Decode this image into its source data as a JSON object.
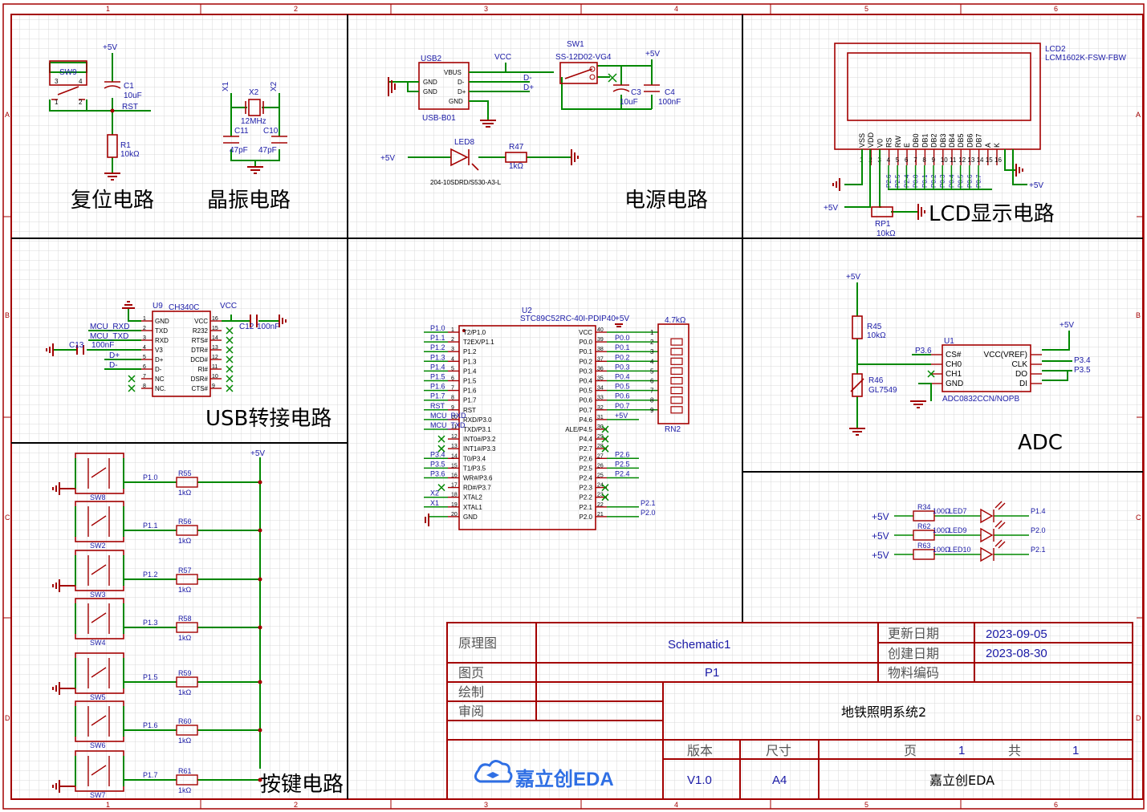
{
  "frame": {
    "columns": [
      "1",
      "2",
      "3",
      "4",
      "5",
      "6"
    ],
    "rows": [
      "A",
      "B",
      "C",
      "D"
    ]
  },
  "sections": {
    "reset": "复位电路",
    "crystal": "晶振电路",
    "power": "电源电路",
    "lcd": "LCD显示电路",
    "usb": "USB转接电路",
    "adc": "ADC",
    "keys": "按键电路"
  },
  "components": {
    "sw9": "SW9",
    "c1": "C1",
    "c1_val": "10uF",
    "r1": "R1",
    "r1_val": "10kΩ",
    "rst": "RST",
    "p5v": "+5V",
    "x1": "X1",
    "x2_pin": "X2",
    "x2": "X2",
    "x2_freq": "12MHz",
    "c11": "C11",
    "c10": "C10",
    "cap47": "47pF",
    "usb2": "USB2",
    "usb2_name": "USB-B01",
    "vbus": "VBUS",
    "gnd": "GND",
    "dm": "D-",
    "dp": "D+",
    "vcc": "VCC",
    "sw1": "SW1",
    "sw1_part": "SS-12D02-VG4",
    "c3": "C3",
    "c3_val": "10uF",
    "c4": "C4",
    "c4_val": "100nF",
    "led8": "LED8",
    "r47": "R47",
    "r47_val": "1kΩ",
    "led8_part": "204-10SDRD/S530-A3-L",
    "lcd2": "LCD2",
    "lcd2_part": "LCM1602K-FSW-FBW",
    "lcd_pins": [
      "VSS",
      "VDD",
      "V0",
      "RS",
      "RW",
      "E",
      "DB0",
      "DB1",
      "DB2",
      "DB3",
      "DB4",
      "DB5",
      "DB6",
      "DB7",
      "A",
      "K"
    ],
    "lcd_nets": [
      "P2.6",
      "P2.5",
      "P2.4",
      "P0.0",
      "P0.1",
      "P0.2",
      "P0.3",
      "P0.4",
      "P0.5",
      "P0.6",
      "P0.7"
    ],
    "rp1": "RP1",
    "rp1_val": "10kΩ",
    "u9": "U9",
    "u9_part": "CH340C",
    "u9_left": [
      "GND",
      "TXD",
      "RXD",
      "V3",
      "D+",
      "D-",
      "NC",
      "NC."
    ],
    "u9_right": [
      "VCC",
      "R232",
      "RTS#",
      "DTR#",
      "DCD#",
      "RI#",
      "DSR#",
      "CTS#"
    ],
    "mcu_rxd": "MCU_RXD",
    "mcu_txd": "MCU_TXD",
    "c13": "C13",
    "c12": "C12",
    "cap100n": "100nF",
    "u2": "U2",
    "u2_part": "STC89C52RC-40I-PDIP40",
    "u2_left": [
      "T2/P1.0",
      "T2EX/P1.1",
      "P1.2",
      "P1.3",
      "P1.4",
      "P1.5",
      "P1.6",
      "P1.7",
      "RST",
      "RXD/P3.0",
      "TXD/P3.1",
      "INT0#/P3.2",
      "INT1#/P3.3",
      "T0/P3.4",
      "T1/P3.5",
      "WR#/P3.6",
      "RD#/P3.7",
      "XTAL2",
      "XTAL1",
      "GND"
    ],
    "u2_right": [
      "VCC",
      "P0.0",
      "P0.1",
      "P0.2",
      "P0.3",
      "P0.4",
      "P0.5",
      "P0.6",
      "P0.7",
      "P4.6",
      "ALE/P4.5",
      "P4.4",
      "P2.7",
      "P2.6",
      "P2.5",
      "P2.4",
      "P2.3",
      "P2.2",
      "P2.1",
      "P2.0"
    ],
    "u2_left_nets": [
      "P1.0",
      "P1.1",
      "P1.2",
      "P1.3",
      "P1.4",
      "P1.5",
      "P1.6",
      "P1.7",
      "RST",
      "MCU_RXD",
      "MCU_TXD",
      "",
      "",
      "P3.4",
      "P3.5",
      "P3.6",
      "",
      "X2",
      "X1",
      ""
    ],
    "u2_right_nets": [
      "",
      "P0.0",
      "P0.1",
      "P0.2",
      "P0.3",
      "P0.4",
      "P0.5",
      "P0.6",
      "P0.7",
      "+5V",
      "",
      "",
      "",
      "P2.6",
      "P2.5",
      "P2.4",
      "",
      "",
      "P2.1",
      "P2.0"
    ],
    "rn2": "RN2",
    "rn2_val": "4.7kΩ",
    "r45": "R45",
    "r45_val": "10kΩ",
    "r46": "R46",
    "r46_val": "GL7549",
    "u1": "U1",
    "u1_part": "ADC0832CCN/NOPB",
    "u1_left": [
      "CS#",
      "CH0",
      "CH1",
      "GND"
    ],
    "u1_right": [
      "VCC(VREF)",
      "CLK",
      "DO",
      "DI"
    ],
    "p36": "P3.6",
    "p34": "P3.4",
    "p35": "P3.5",
    "leds": [
      {
        "r": "R34",
        "rv": "100Ω",
        "led": "LED7",
        "net": "P1.4"
      },
      {
        "r": "R62",
        "rv": "100Ω",
        "led": "LED9",
        "net": "P2.0"
      },
      {
        "r": "R63",
        "rv": "100Ω",
        "led": "LED10",
        "net": "P2.1"
      }
    ],
    "keys": [
      {
        "sw": "SW8",
        "r": "R55",
        "net": "P1.0"
      },
      {
        "sw": "SW2",
        "r": "R56",
        "net": "P1.1"
      },
      {
        "sw": "SW3",
        "r": "R57",
        "net": "P1.2"
      },
      {
        "sw": "SW4",
        "r": "R58",
        "net": "P1.3"
      },
      {
        "sw": "SW5",
        "r": "R59",
        "net": "P1.5"
      },
      {
        "sw": "SW6",
        "r": "R60",
        "net": "P1.6"
      },
      {
        "sw": "SW7",
        "r": "R61",
        "net": "P1.7"
      }
    ],
    "r1k": "1kΩ"
  },
  "title_block": {
    "label_diagram": "原理图",
    "diagram_name": "Schematic1",
    "label_updated": "更新日期",
    "updated": "2023-09-05",
    "label_created": "创建日期",
    "created": "2023-08-30",
    "label_page": "图页",
    "page_name": "P1",
    "label_material": "物料编码",
    "label_drawn": "绘制",
    "label_review": "审阅",
    "project": "地铁照明系统2",
    "label_version": "版本",
    "label_size": "尺寸",
    "label_pg": "页",
    "pg": "1",
    "label_total": "共",
    "total": "1",
    "logo": "嘉立创EDA",
    "version": "V1.0",
    "size": "A4",
    "company": "嘉立创EDA"
  },
  "colors": {
    "frame": "#a30000",
    "wire": "#008800",
    "net": "#1a1aa6",
    "grid": "#d9d9d9",
    "logo": "#2f6fe4"
  }
}
